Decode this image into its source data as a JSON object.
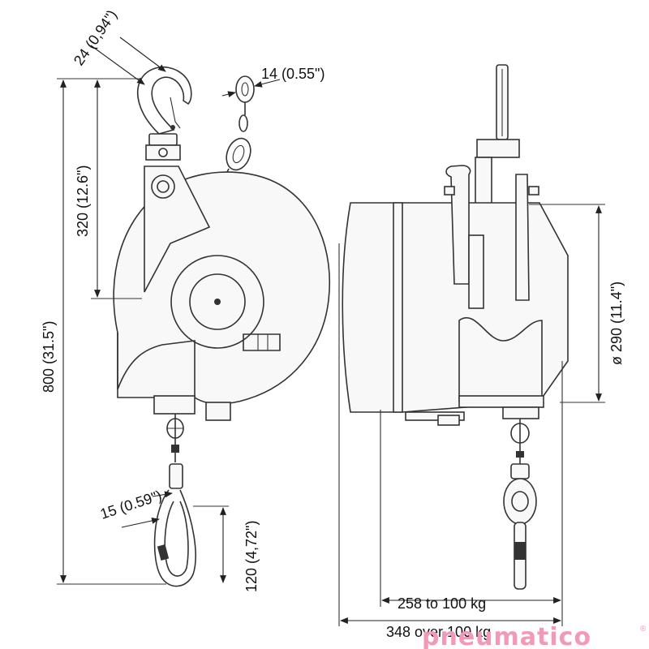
{
  "dimensions": {
    "hook_width": "24 (0,94\")",
    "chain_width": "14 (0.55\")",
    "hook_to_axis": "320 (12.6\")",
    "overall_height": "800 (31.5\")",
    "carabiner_width": "15 (0.59\")",
    "carabiner_height": "120 (4,72\")",
    "drum_diameter": "ø 290 (11.4\")",
    "depth_light": "258 to 100 kg",
    "depth_heavy": "348 over 100 kg"
  },
  "brand": {
    "name": "pneumatico",
    "mark": "®"
  },
  "colors": {
    "brand": "#f29ab5",
    "line": "#333333"
  }
}
